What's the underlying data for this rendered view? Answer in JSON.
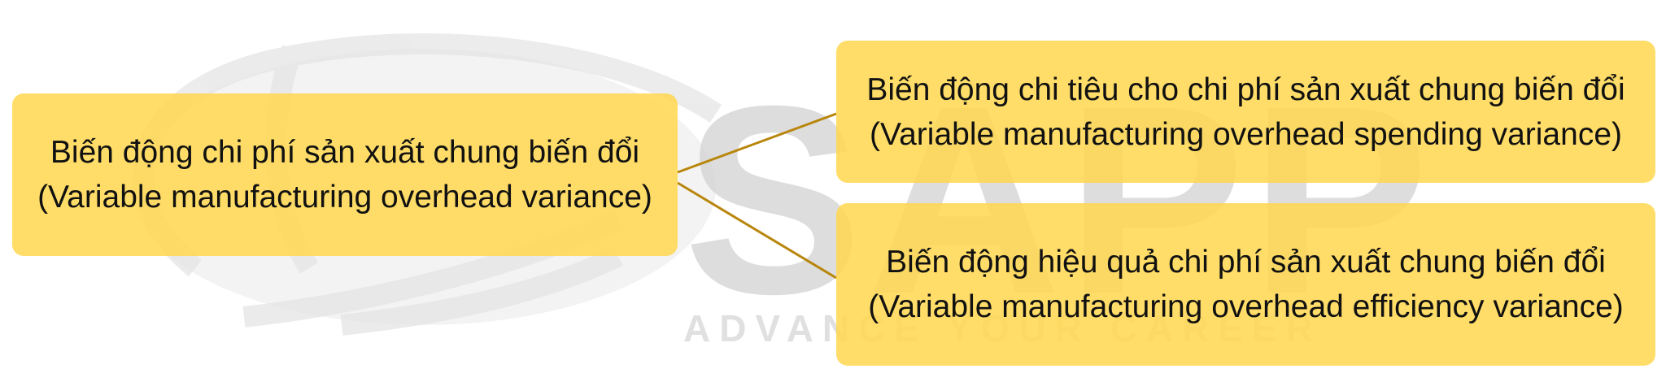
{
  "watermark": {
    "brand": "SAPP",
    "tagline": "ADVANCE YOUR CAREER"
  },
  "diagram": {
    "root": {
      "vi": "Biến động chi phí sản xuất chung biến đổi",
      "en": "(Variable manufacturing overhead variance)"
    },
    "children": [
      {
        "vi": "Biến động chi tiêu cho chi phí sản xuất chung biến đổi",
        "en": "(Variable manufacturing overhead spending variance)"
      },
      {
        "vi": "Biến động hiệu quả chi phí sản xuất chung biến đổi",
        "en": "(Variable manufacturing overhead efficiency variance)"
      }
    ]
  },
  "colors": {
    "box_fill": "#FFD74D",
    "connector": "#B8860B",
    "text": "#111111",
    "watermark": "#D9D9D9"
  }
}
